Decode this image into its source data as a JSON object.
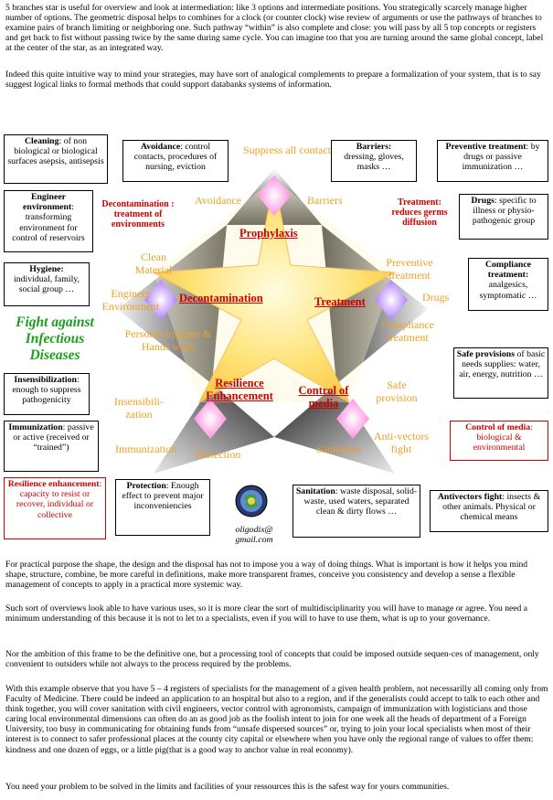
{
  "intro": [
    "5 branches star is useful for overview and look at intermediation: like 3 options and intermediate positions. You strategically scarcely manage higher number of options. The geometric disposal helps to combines for a clock (or counter clock) wise review of arguments or use the pathways of branches to examine pairs of branch limiting or neighboring one. Such pathway “within” is also complete and close: you will pass by all 5 top concepts or registers and get back to fist without passing twice by the same during same cycle. You can imagine too that you are turning around the same global concept, label at the center of the star, as an integrated way.",
    "Indeed this quite intuitive way to mind your strategies, may have sort of analogical complements to prepare a formalization of your system, that is to say suggest logical links to formal methods that could support databanks systems of information."
  ],
  "diagram": {
    "title": "Fight against Infectious Diseases",
    "email": "oligodix@ gmail.com",
    "core": {
      "prophylaxis": "Prophylaxis",
      "decontamination": "Decontamination",
      "treatment": "Treatment",
      "resilience": "Resilience Enhancement",
      "control": "Control of media"
    },
    "labels": {
      "suppress": "Suppress all contacts",
      "avoidance": "Avoidance",
      "barriers": "Barriers",
      "clean_material": "Clean Material",
      "engineer_env": "Engineer Environment",
      "personal_hygiene": "Personal hygiene & Hands wash",
      "preventive_treatment": "Preventive treatment",
      "drugs": "Drugs",
      "compliance_treatment": "Compliance treatment",
      "insensibilization": "Insensibili- zation",
      "immunization": "Immunization",
      "protection": "Protection",
      "safe_provision": "Safe provision",
      "anti_vectors": "Anti-vectors fight",
      "sanitation": "Sanitation"
    },
    "red_labels": {
      "decontamination": "Decontamination : treatment of environments",
      "treatment": "Treatment: reduces germs diffusion"
    },
    "boxes": {
      "cleaning": {
        "head": "Cleaning",
        "body": ": of non biological or biological surfaces asepsis, antisepsis"
      },
      "avoidance": {
        "head": "Avoidance",
        "body": ": control contacts, procedures of nursing, eviction"
      },
      "barriers": {
        "head": "Barriers:",
        "body": "dressing, gloves, masks …"
      },
      "preventive": {
        "head": "Preventive treatment",
        "body": ": by drugs or passive immunization …"
      },
      "engineer": {
        "head": "Engineer environment",
        "body": ": transforming environment for control of reservoirs"
      },
      "drugs": {
        "head": "Drugs",
        "body": ": specific to illness or physio-pathogenic group"
      },
      "hygiene": {
        "head": "Hygiene:",
        "body": "individual, family, social group …"
      },
      "compliance": {
        "head": "Compliance treatment:",
        "body": "analgesics, symptomatic …"
      },
      "insensibilization": {
        "head": "Insensibilization",
        "body": ": enough to suppress pathogenicity"
      },
      "safe_provisions": {
        "head": "Safe provisions",
        "body": "of basic needs supplies: water, air, energy, nutrition …"
      },
      "immunization": {
        "head": "Immunization",
        "body": ": passive or active (received or “trained”)"
      },
      "control_media": {
        "head": "Control of media",
        "body": ": biological & environmental"
      },
      "resilience": {
        "head": "Resilience enhancement",
        "body": ": capacity to resist or recover, individual or collective"
      },
      "protection": {
        "head": "Protection",
        "body": ": Enough effect to prevent major inconveniencies"
      },
      "sanitation": {
        "head": "Sanitation",
        "body": ": waste disposal, solid-waste, used waters, separated clean & dirty flows …"
      },
      "antivectors": {
        "head": "Antivectors fight",
        "body": ": insects & other animals. Physical or chemical means"
      }
    }
  },
  "outro": [
    "For practical purpose the shape, the design and the disposal has not to impose you a way of doing things. What is important is how it helps you mind shape, structure, combine, be more careful in definitions, make more transparent frames, conceive you consistency and develop a sense a flexible management of concepts to apply in a practical more systemic way.",
    "Such sort of overviews look able to have various uses, so it is more clear the sort of multidisciplinarity you will have to manage or agree. You need a minimum understanding of this because it is not to let to a specialists, even if you will to have to use them, what is up to your governance.",
    "Nor the ambition of this frame to be the definitive one, but a processing tool of concepts that could be imposed outside sequen-ces of management, only convenient to outsiders while not always to the process required by the problems.",
    "With this example observe that you have 5 – 4 registers of specialists for the management of a given health problem, not necessarilly all coming only from Faculty of Medicine. There could be indeed an application to an hospital but also to a region, and if the generalists could accept to talk to each other and think together, you will cover sanitation with civil engineers, vector control with agronomists, campaign of immunization with logisticians and those caring local environmental dimensions can often do an as good job as the foolish intent to join for one week all the heads of department of a Foreign University, too busy in communicating for obtaining funds from “unsafe dispersed sources” or, trying to join your local specialists when most of their interest is to connect to safer professional places at the county city capital or elsewhere when you have only the regional range of values to offer them: kindness and one dozen of eggs, or a little pig(that is a good way to anchor value in real economy).",
    "You need your problem to be solved in the limits and facilities of your ressources this is the safest way for yours communities."
  ]
}
